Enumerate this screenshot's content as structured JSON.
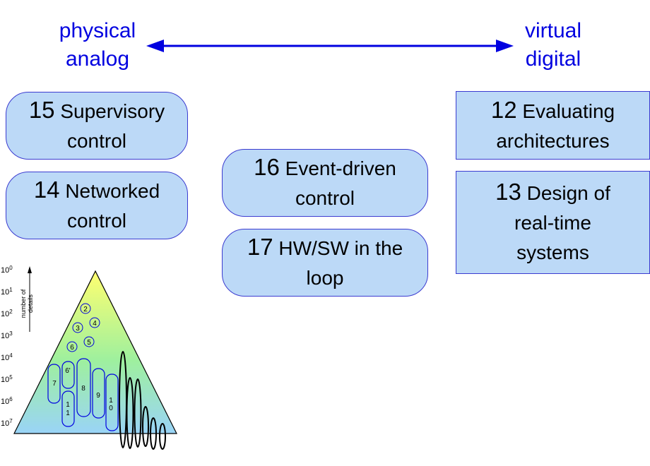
{
  "header": {
    "left_line1": "physical",
    "left_line2": "analog",
    "right_line1": "virtual",
    "right_line2": "digital",
    "color": "#0000e0"
  },
  "boxes": {
    "b15": {
      "num": "15",
      "line1": "Supervisory",
      "line2": "control"
    },
    "b14": {
      "num": "14",
      "line1": "Networked",
      "line2": "control"
    },
    "b16": {
      "num": "16",
      "line1": "Event-driven",
      "line2": "control"
    },
    "b17": {
      "num": "17",
      "line1": "HW/SW in the",
      "line2": "loop"
    },
    "b12": {
      "num": "12",
      "line1": "Evaluating",
      "line2": "architectures"
    },
    "b13": {
      "num": "13",
      "line1": "Design of",
      "line2": "real-time",
      "line3": "systems"
    }
  },
  "pyramid": {
    "axis_label_line1": "number of",
    "axis_label_line2": "details",
    "ticks": [
      "10",
      "10",
      "10",
      "10",
      "10",
      "10",
      "10",
      "10"
    ],
    "tick_exponents": [
      "0",
      "1",
      "2",
      "3",
      "4",
      "5",
      "6",
      "7"
    ],
    "circles": [
      "2",
      "3",
      "4",
      "6",
      "5"
    ],
    "pills": [
      "7",
      "6'",
      "8",
      "9",
      "1 0",
      "1 1"
    ]
  },
  "colors": {
    "box_fill": "#bcd9f7",
    "box_border": "#3b3bd0",
    "arrow": "#0000e0"
  }
}
